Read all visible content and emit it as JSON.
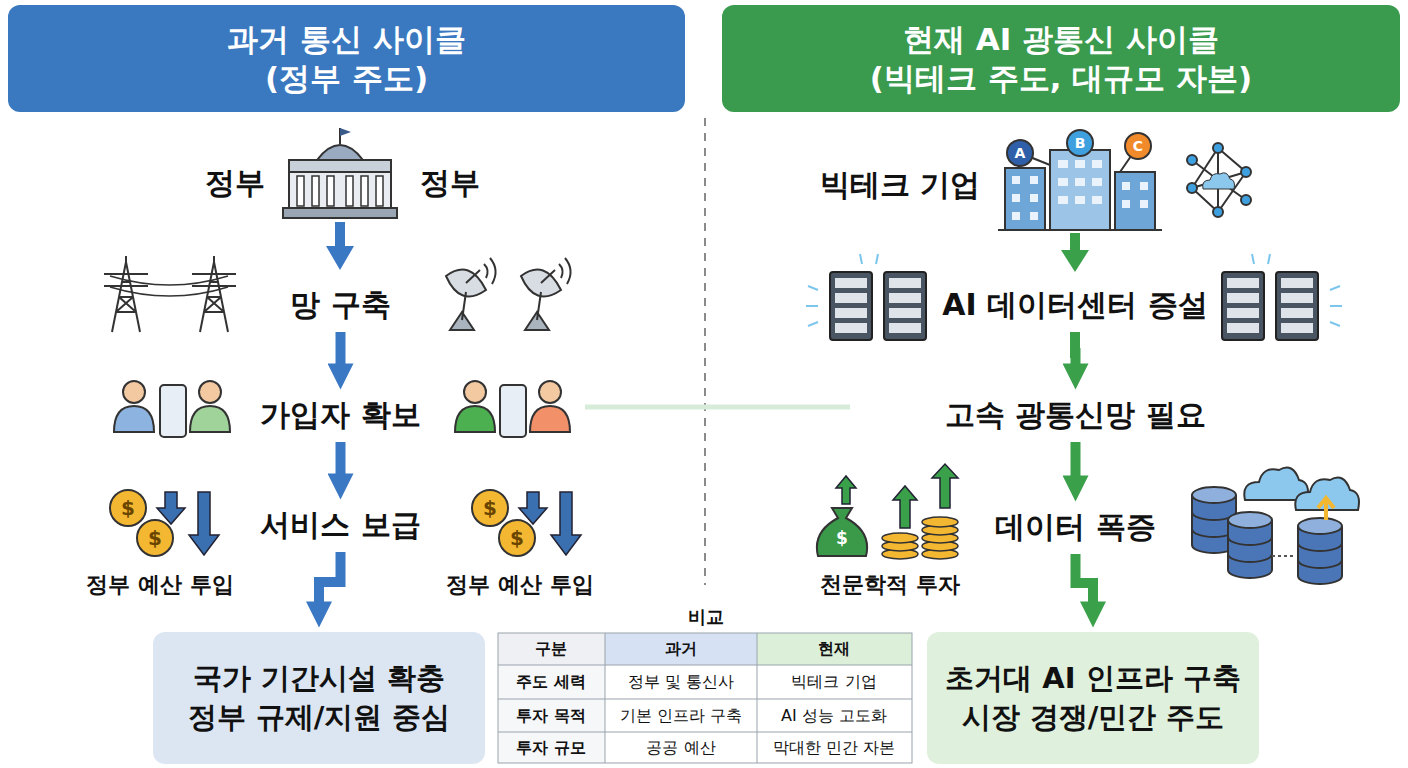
{
  "diagram": {
    "nodes": [
      {
        "text": [
          "과거 통신 사이클",
          "(정부 주도)"
        ]
      },
      {
        "text": [
          "현재 AI 광통신 사이클",
          "(빅테크 주도, 대규모 자본)"
        ]
      },
      {
        "text": [
          "망 구축"
        ]
      },
      {
        "text": [
          "가입자 확보"
        ]
      },
      {
        "text": [
          "서비스 보급"
        ]
      },
      {
        "text": [
          "국가 기간시설 확충",
          "정부 규제/지원 중심"
        ]
      },
      {
        "text": [
          "AI 데이터센터 증설"
        ]
      },
      {
        "text": [
          "고속 광통신망 필요"
        ]
      },
      {
        "text": [
          "데이터 폭증"
        ]
      },
      {
        "text": [
          "초거대 AI 인프라 구축",
          "시장 경쟁/민간 주도"
        ]
      }
    ],
    "edges": [
      {
        "from": 2,
        "to": 3,
        "arrow": "to"
      },
      {
        "from": 3,
        "to": 4,
        "arrow": "to"
      },
      {
        "from": 4,
        "to": 5,
        "arrow": "to"
      },
      {
        "from": 6,
        "to": 7,
        "arrow": "to"
      },
      {
        "from": 7,
        "to": 8,
        "arrow": "to"
      },
      {
        "from": 8,
        "to": 9,
        "arrow": "to"
      }
    ],
    "labels": [
      "정부",
      "정부",
      "$",
      "$",
      "$",
      "$",
      "정부 예산 투입",
      "정부 예산 투입",
      "빅테크 기업",
      "A",
      "B",
      "C",
      "$",
      "천문학적 투자",
      "비교",
      "구분",
      "과거",
      "현재",
      "주도 세력",
      "정부 및 통신사",
      "빅테크 기업",
      "투자 목적",
      "기본 인프라 구축",
      "AI 성능 고도화",
      "투자 규모",
      "공공 예산",
      "막대한 민간 자본"
    ]
  }
}
